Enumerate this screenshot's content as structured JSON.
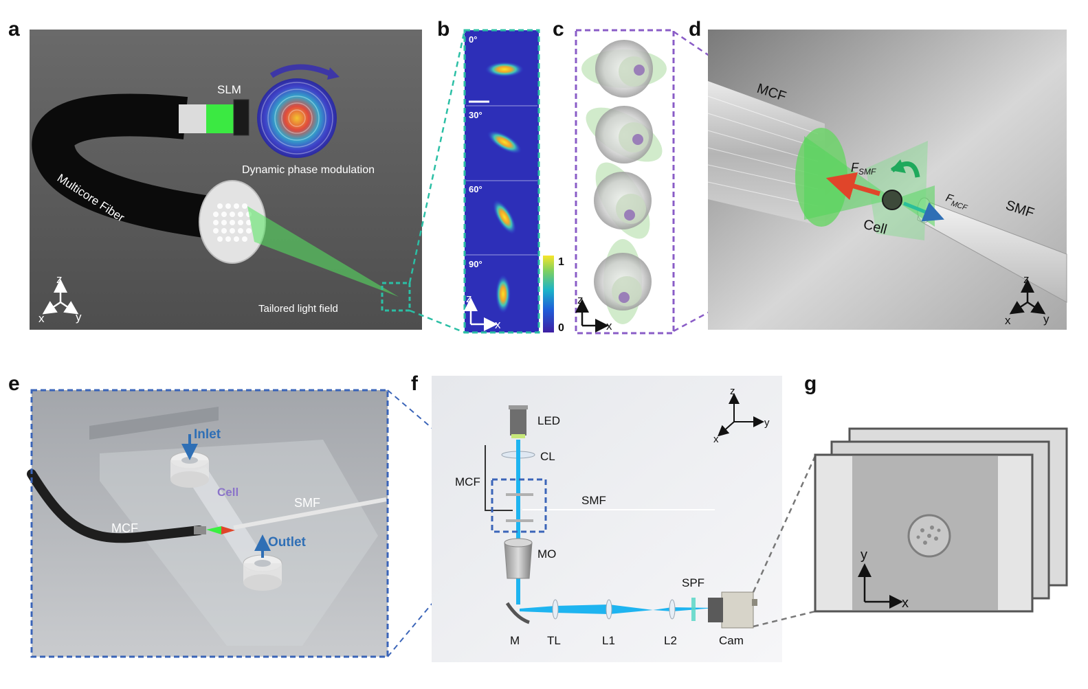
{
  "panels": {
    "a": {
      "label": "a",
      "slm": "SLM",
      "phase_caption": "Dynamic phase modulation",
      "fiber_caption": "Multicore Fiber",
      "field_caption": "Tailored light field",
      "axis": {
        "z": "z",
        "x": "x",
        "y": "y"
      }
    },
    "b": {
      "label": "b",
      "angles": [
        "0°",
        "30°",
        "60°",
        "90°"
      ],
      "angle_values_deg": [
        0,
        30,
        60,
        90
      ],
      "colorbar_max": "1",
      "colorbar_min": "0",
      "axis": {
        "z": "z",
        "x": "x"
      }
    },
    "c": {
      "label": "c",
      "axis": {
        "z": "z",
        "x": "x"
      }
    },
    "d": {
      "label": "d",
      "mcf": "MCF",
      "smf": "SMF",
      "cell": "Cell",
      "f_smf_main": "F",
      "f_smf_sub": "SMF",
      "f_mcf_main": "F",
      "f_mcf_sub": "MCF",
      "axis": {
        "z": "z",
        "x": "x",
        "y": "y"
      }
    },
    "e": {
      "label": "e",
      "inlet": "Inlet",
      "outlet": "Outlet",
      "cell": "Cell",
      "smf": "SMF",
      "mcf": "MCF"
    },
    "f": {
      "label": "f",
      "led": "LED",
      "cl": "CL",
      "mcf": "MCF",
      "smf": "SMF",
      "mo": "MO",
      "spf": "SPF",
      "m": "M",
      "tl": "TL",
      "l1": "L1",
      "l2": "L2",
      "cam": "Cam",
      "axis": {
        "z": "z",
        "x": "x",
        "y": "y"
      }
    },
    "g": {
      "label": "g",
      "axis": {
        "y": "y",
        "x": "x"
      }
    }
  },
  "colors": {
    "teal_dash": "#2bbfa5",
    "purple_dash": "#8a5cc7",
    "blue_dash": "#3a64b8",
    "laser_green": "#39f040",
    "beam_blue": "#1eb4f0",
    "force_red": "#e0452a",
    "rotation_green": "#1fa95c",
    "inlet_blue": "#2f6fb5",
    "cell_purple": "#8b74c9"
  }
}
